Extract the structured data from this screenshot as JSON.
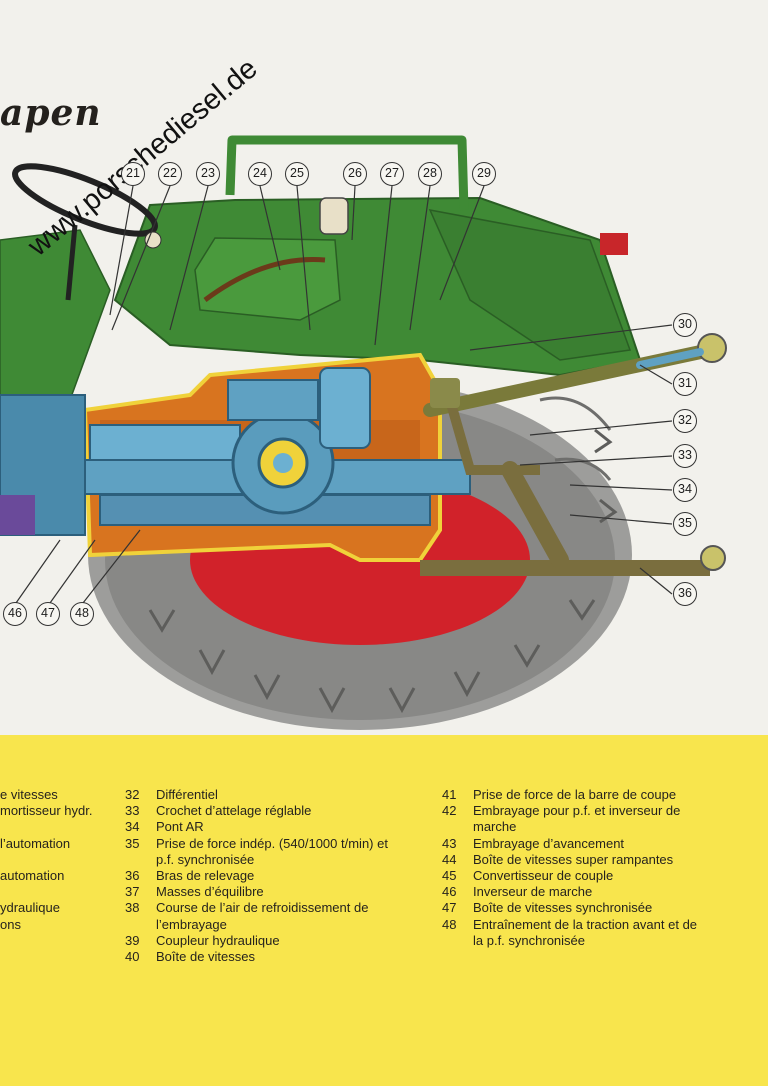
{
  "header": {
    "title_fragment": "apen",
    "watermark": "www.porschediesel.de"
  },
  "callouts": [
    "21",
    "22",
    "23",
    "24",
    "25",
    "26",
    "27",
    "28",
    "29",
    "30",
    "31",
    "32",
    "33",
    "34",
    "35",
    "36",
    "46",
    "47",
    "48"
  ],
  "legend": {
    "col_a": [
      "e vitesses",
      "mortisseur hydr.",
      "",
      "l’automation",
      "",
      "automation",
      "",
      "ydraulique",
      "ons"
    ],
    "col_b": [
      {
        "num": "32",
        "lines": [
          "Différentiel"
        ]
      },
      {
        "num": "33",
        "lines": [
          "Crochet d’attelage réglable"
        ]
      },
      {
        "num": "34",
        "lines": [
          "Pont AR"
        ]
      },
      {
        "num": "35",
        "lines": [
          "Prise de force indép. (540/1000 t/min) et",
          "p.f. synchronisée"
        ]
      },
      {
        "num": "36",
        "lines": [
          "Bras de relevage"
        ]
      },
      {
        "num": "37",
        "lines": [
          "Masses d’équilibre"
        ]
      },
      {
        "num": "38",
        "lines": [
          "Course de l’air de refroidissement de",
          "l’embrayage"
        ]
      },
      {
        "num": "39",
        "lines": [
          "Coupleur hydraulique"
        ]
      },
      {
        "num": "40",
        "lines": [
          "Boîte de vitesses"
        ]
      }
    ],
    "col_c": [
      {
        "num": "41",
        "lines": [
          "Prise de force de la barre de coupe"
        ]
      },
      {
        "num": "42",
        "lines": [
          "Embrayage pour p.f. et inverseur de",
          "marche"
        ]
      },
      {
        "num": "43",
        "lines": [
          "Embrayage d’avancement"
        ]
      },
      {
        "num": "44",
        "lines": [
          "Boîte de vitesses super rampantes"
        ]
      },
      {
        "num": "45",
        "lines": [
          "Convertisseur de couple"
        ]
      },
      {
        "num": "46",
        "lines": [
          "Inverseur de marche"
        ]
      },
      {
        "num": "47",
        "lines": [
          "Boîte de vitesses synchronisée"
        ]
      },
      {
        "num": "48",
        "lines": [
          "Entraînement de la traction avant et de",
          "la p.f. synchronisée"
        ]
      }
    ]
  },
  "colors": {
    "background": "#f2f1ec",
    "legend_band": "#f8e54d",
    "body_green": "#3f8a35",
    "housing_orange": "#d8741f",
    "gear_blue": "#5fa1c2",
    "rim_red": "#d1222a",
    "tire_gray": "#9d9d9b"
  }
}
